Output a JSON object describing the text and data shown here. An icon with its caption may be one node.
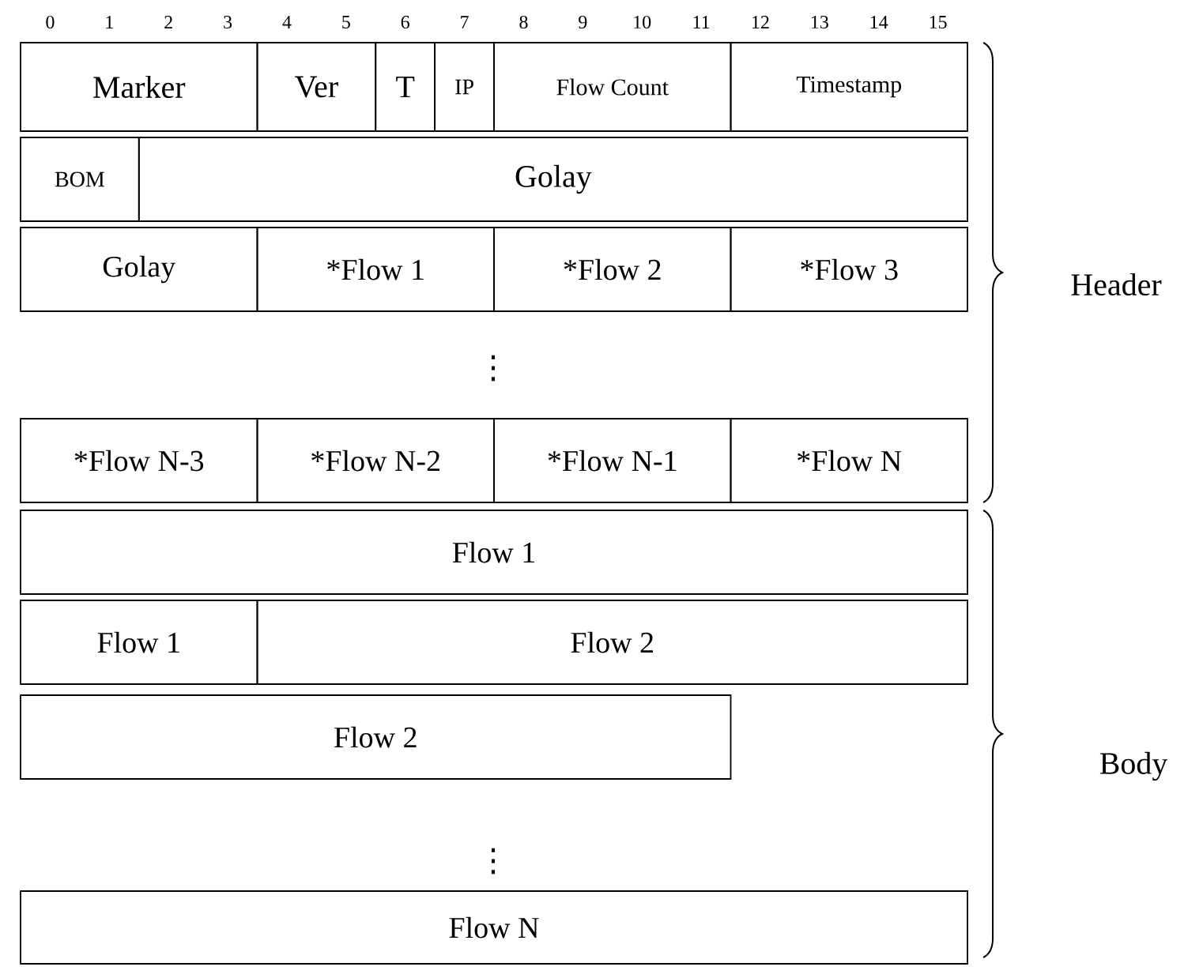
{
  "diagram": {
    "nodes": [
      {
        "text": [
          "Marker"
        ]
      },
      {
        "text": [
          "Ver"
        ]
      },
      {
        "text": [
          "T"
        ]
      },
      {
        "text": [
          "IP"
        ]
      },
      {
        "text": [
          "Flow Count"
        ]
      },
      {
        "text": [
          "Timestamp"
        ]
      },
      {
        "text": [
          "BOM"
        ]
      },
      {
        "text": [
          "Golay"
        ]
      },
      {
        "text": [
          "Golay"
        ]
      },
      {
        "text": [
          "*Flow 1"
        ]
      },
      {
        "text": [
          "*Flow 2"
        ]
      },
      {
        "text": [
          "*Flow 3"
        ]
      },
      {
        "text": [
          "*Flow N-3"
        ]
      },
      {
        "text": [
          "*Flow N-2"
        ]
      },
      {
        "text": [
          "*Flow N-1"
        ]
      },
      {
        "text": [
          "*Flow N"
        ]
      },
      {
        "text": [
          "Flow 1"
        ]
      },
      {
        "text": [
          "Flow 1"
        ]
      },
      {
        "text": [
          "Flow 2"
        ]
      },
      {
        "text": [
          "Flow 2"
        ]
      },
      {
        "text": [
          "Flow N"
        ]
      }
    ],
    "labels": [
      "0",
      "1",
      "2",
      "3",
      "4",
      "5",
      "6",
      "7",
      "8",
      "9",
      "10",
      "11",
      "12",
      "13",
      "14",
      "15",
      "Header",
      "⋮",
      "Body",
      "⋮"
    ]
  }
}
